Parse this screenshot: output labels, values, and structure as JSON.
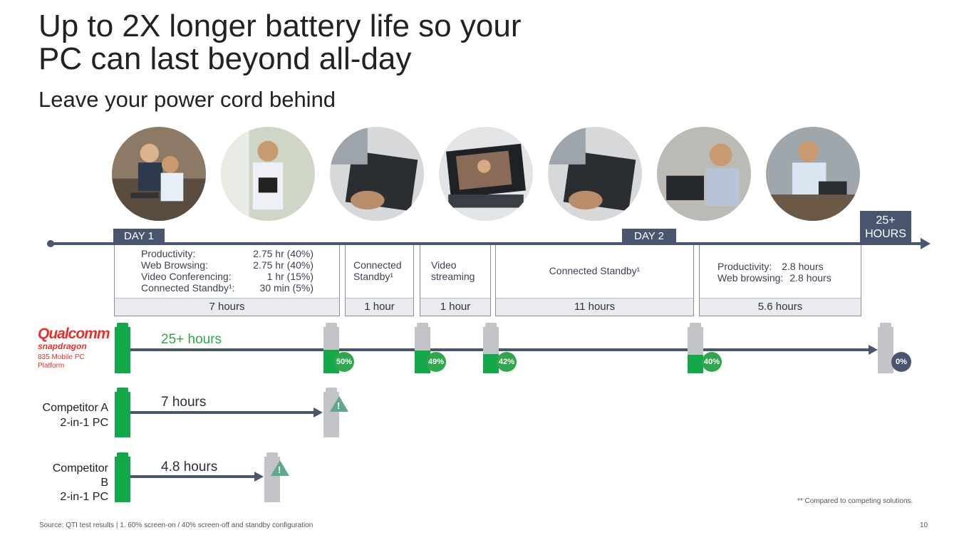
{
  "slide": {
    "title_line1": "Up to 2X longer battery life so your",
    "title_line2": "PC can last beyond all-day",
    "subtitle": "Leave your power cord behind",
    "page_number": "10"
  },
  "timeline": {
    "day1_label": "DAY 1",
    "day2_label": "DAY 2",
    "end_label_line1": "25+",
    "end_label_line2": "HOURS"
  },
  "segments": [
    {
      "rows": [
        {
          "k": "Productivity:",
          "v": "2.75 hr (40%)"
        },
        {
          "k": "Web Browsing:",
          "v": "2.75 hr (40%)"
        },
        {
          "k": "Video Conferencing:",
          "v": "1 hr (15%)"
        },
        {
          "k": "Connected Standby¹:",
          "v": "30 min (5%)"
        }
      ],
      "duration": "7 hours"
    },
    {
      "line1": "Connected",
      "line2": "Standby¹",
      "duration": "1 hour"
    },
    {
      "line1": "Video",
      "line2": "streaming",
      "duration": "1 hour"
    },
    {
      "text": "Connected Standby¹",
      "duration": "11 hours"
    },
    {
      "rows": [
        {
          "k": "Productivity:",
          "v": "2.8 hours"
        },
        {
          "k": "Web browsing:",
          "v": "2.8 hours"
        }
      ],
      "duration": "5.6 hours"
    }
  ],
  "qualcomm": {
    "brand": "Qualcomm",
    "sub_brand": "snapdragon",
    "platform_line1": "835 Mobile PC",
    "platform_line2": "Platform",
    "hours": "25+ hours",
    "brand_color": "#e4312b",
    "battery_levels": [
      {
        "pct": "50%",
        "fill": 0.5
      },
      {
        "pct": "49%",
        "fill": 0.49
      },
      {
        "pct": "42%",
        "fill": 0.42
      },
      {
        "pct": "40%",
        "fill": 0.4
      },
      {
        "pct": "0%",
        "fill": 0.0
      }
    ]
  },
  "competitor_a": {
    "line1": "Competitor A",
    "line2": "2-in-1 PC",
    "hours": "7 hours"
  },
  "competitor_b": {
    "line1": "Competitor",
    "line2": "B",
    "line3": "2-in-1 PC",
    "hours": "4.8 hours"
  },
  "footer": {
    "source": "Source: QTI test results  | 1. 60% screen-on / 40% screen-off and standby configuration",
    "compare_note": "** Compared to competing solutions."
  },
  "colors": {
    "navy": "#4a5670",
    "battery_green": "#13a84a",
    "battery_gray": "#c2c4c8",
    "pct_green": "#2ea84a",
    "warning": "#5fa890"
  },
  "photos": [
    "office-meeting-photo",
    "tablet-user-photo",
    "laptop-carry-photo",
    "video-call-photo",
    "laptop-carry-photo",
    "relaxing-user-photo",
    "headphones-user-photo"
  ]
}
